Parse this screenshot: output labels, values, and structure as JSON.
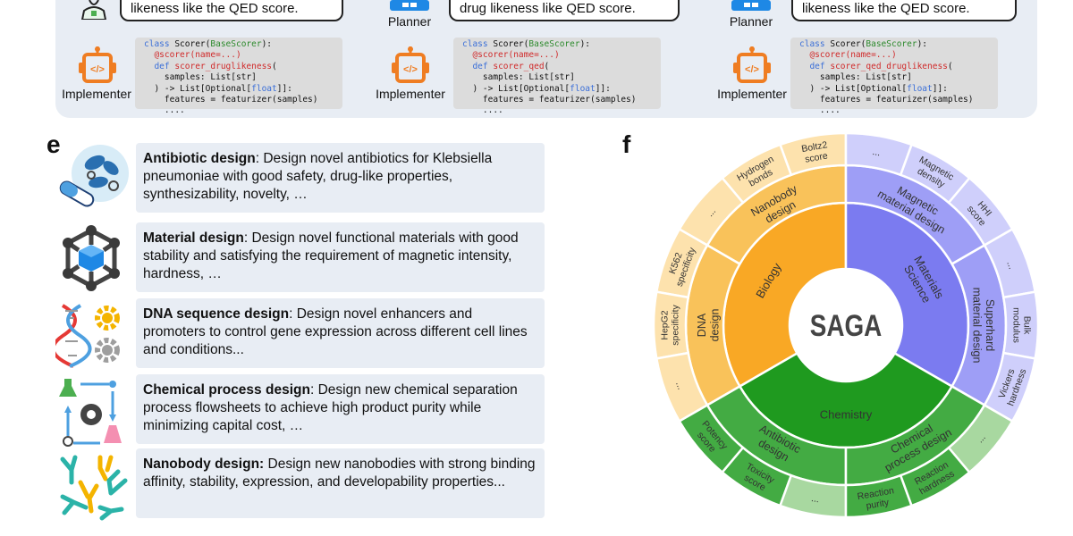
{
  "top_panel": {
    "speech": [
      "likeness like the QED score.",
      "drug likeness like QED score.",
      "likeness like the QED score."
    ],
    "planner_label": "Planner",
    "implementer_label": "Implementer",
    "code_blocks": [
      {
        "line1_a": "class ",
        "line1_b": "Scorer(",
        "line1_c": "BaseScorer",
        "line1_d": "):",
        "line2": "@scorer(name=...)",
        "line3_a": "def ",
        "line3_b": "scorer_druglikeness",
        "line3_c": "(",
        "line4": "  samples: List[str]",
        "line5_a": ") -> List[Optional[",
        "line5_b": "float",
        "line5_c": "]]:",
        "line6": "  features = featurizer(samples)",
        "line7": "  ...."
      },
      {
        "line1_a": "class ",
        "line1_b": "Scorer(",
        "line1_c": "BaseScorer",
        "line1_d": "):",
        "line2": "@scorer(name=...)",
        "line3_a": "def ",
        "line3_b": "scorer_qed",
        "line3_c": "(",
        "line4": "  samples: List[str]",
        "line5_a": ") -> List[Optional[",
        "line5_b": "float",
        "line5_c": "]]:",
        "line6": "  features = featurizer(samples)",
        "line7": "  ...."
      },
      {
        "line1_a": "class ",
        "line1_b": "Scorer(",
        "line1_c": "BaseScorer",
        "line1_d": "):",
        "line2": "@scorer(name=...)",
        "line3_a": "def ",
        "line3_b": "scorer_qed_druglikeness",
        "line3_c": "(",
        "line4": "  samples: List[str]",
        "line5_a": ") -> List[Optional[",
        "line5_b": "float",
        "line5_c": "]]:",
        "line6": "  features = featurizer(samples)",
        "line7": "  ...."
      }
    ]
  },
  "panel_e": {
    "letter": "e",
    "tasks": [
      {
        "title": "Antibiotic design",
        "sep": ": ",
        "text": "Design novel antibiotics for Klebsiella pneumoniae with good safety, drug-like properties, synthesizability, novelty, …",
        "icon": "bacteria-pill-icon"
      },
      {
        "title": "Material design",
        "sep": ": ",
        "text": "Design novel functional materials with good stability and satisfying the requirement of magnetic intensity, hardness, …",
        "icon": "crystal-lattice-icon"
      },
      {
        "title": "DNA sequence design",
        "sep": ": ",
        "text": "Design novel enhancers and promoters to control gene expression across different cell lines and conditions...",
        "icon": "dna-gear-icon"
      },
      {
        "title": "Chemical process design",
        "sep": ": ",
        "text": "Design new chemical separation process flowsheets to achieve high product purity while minimizing capital cost, …",
        "icon": "flask-process-icon"
      },
      {
        "title": "Nanobody design:",
        "sep": "  ",
        "text": "Design new nanobodies with strong binding affinity, stability, expression, and developability properties...",
        "icon": "antibody-icon"
      }
    ]
  },
  "panel_f": {
    "letter": "f",
    "center_label": "SAGA",
    "colors": {
      "biology_inner": "#f9a825",
      "biology_mid": "#f9c25a",
      "biology_outer": "#fde2ad",
      "materials_inner": "#7b7bf0",
      "materials_mid": "#9e9ef6",
      "materials_outer": "#cfcffb",
      "chemistry_inner": "#1f9a1f",
      "chemistry_mid": "#43ab43",
      "chemistry_outer": "#a8d8a0"
    },
    "domains": [
      {
        "name": "Biology",
        "line1": "Biology",
        "line2": ""
      },
      {
        "name": "Materials Science",
        "line1": "Materials",
        "line2": "Science"
      },
      {
        "name": "Chemistry",
        "line1": "Chemistry",
        "line2": ""
      }
    ],
    "subdomains": [
      {
        "line1": "Nanobody",
        "line2": "design"
      },
      {
        "line1": "DNA",
        "line2": "design"
      },
      {
        "line1": "Magnetic",
        "line2": "material design"
      },
      {
        "line1": "Superhard",
        "line2": "material design"
      },
      {
        "line1": "Antibiotic",
        "line2": "design"
      },
      {
        "line1": "Chemical",
        "line2": "process design"
      }
    ],
    "objectives": [
      {
        "line1": "Boltz2",
        "line2": "score"
      },
      {
        "line1": "Hydrogen",
        "line2": "bonds"
      },
      {
        "line1": "...",
        "line2": ""
      },
      {
        "line1": "K562",
        "line2": "specificity"
      },
      {
        "line1": "HepG2",
        "line2": "specificity"
      },
      {
        "line1": "...",
        "line2": ""
      },
      {
        "line1": "...",
        "line2": ""
      },
      {
        "line1": "Magnetic",
        "line2": "density"
      },
      {
        "line1": "HHI",
        "line2": "score"
      },
      {
        "line1": "...",
        "line2": ""
      },
      {
        "line1": "Bulk",
        "line2": "modulus"
      },
      {
        "line1": "Vickers",
        "line2": "hardness"
      },
      {
        "line1": "Potency",
        "line2": "score"
      },
      {
        "line1": "Toxicity",
        "line2": "score"
      },
      {
        "line1": "...",
        "line2": ""
      },
      {
        "line1": "Reaction",
        "line2": "purity"
      },
      {
        "line1": "Reaction",
        "line2": "hardness"
      },
      {
        "line1": "...",
        "line2": ""
      }
    ]
  }
}
